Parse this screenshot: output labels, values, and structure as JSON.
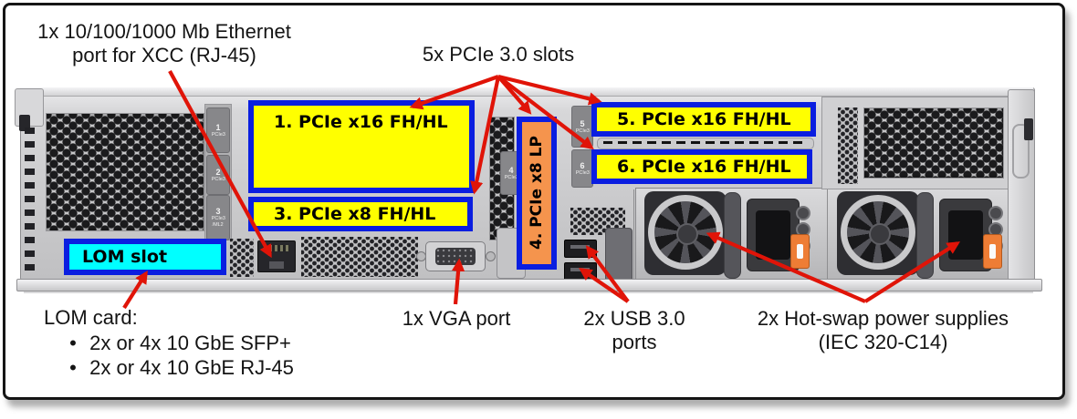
{
  "annotations": {
    "xcc_line1": "1x 10/100/1000 Mb Ethernet",
    "xcc_line2": "port for XCC (RJ-45)",
    "pcie_slots": "5x PCIe 3.0 slots",
    "lom_card_title": "LOM card:",
    "bullet": "•",
    "lom_bullet1": "2x or 4x 10 GbE SFP+",
    "lom_bullet2": "2x or 4x 10 GbE RJ-45",
    "vga": "1x VGA port",
    "usb_line1": "2x USB 3.0",
    "usb_line2": "ports",
    "psu_line1": "2x Hot-swap power supplies",
    "psu_line2": "(IEC 320-C14)"
  },
  "callouts": {
    "slot1": "1. PCIe x16 FH/HL",
    "slot3": "3. PCIe x8 FH/HL",
    "slot4": "4. PCIe x8 LP",
    "slot5": "5. PCIe x16 FH/HL",
    "slot6": "6. PCIe x16 FH/HL",
    "lom": "LOM slot"
  },
  "tabs": {
    "t1n": "1",
    "t1s": "PCIe3",
    "t2n": "2",
    "t2s": "PCIe3",
    "t3n": "3",
    "t3s": "PCIe3",
    "t3s2": "/ML2",
    "t4n": "4",
    "t4s": "PCIe3",
    "t5n": "5",
    "t5s": "PCIe3",
    "t6n": "6",
    "t6s": "PCIe3"
  },
  "colors": {
    "yellow": "#ffff00",
    "cyan": "#00ffff",
    "orange": "#f5944d",
    "blue": "#0a1ee0",
    "red": "#e01408"
  }
}
